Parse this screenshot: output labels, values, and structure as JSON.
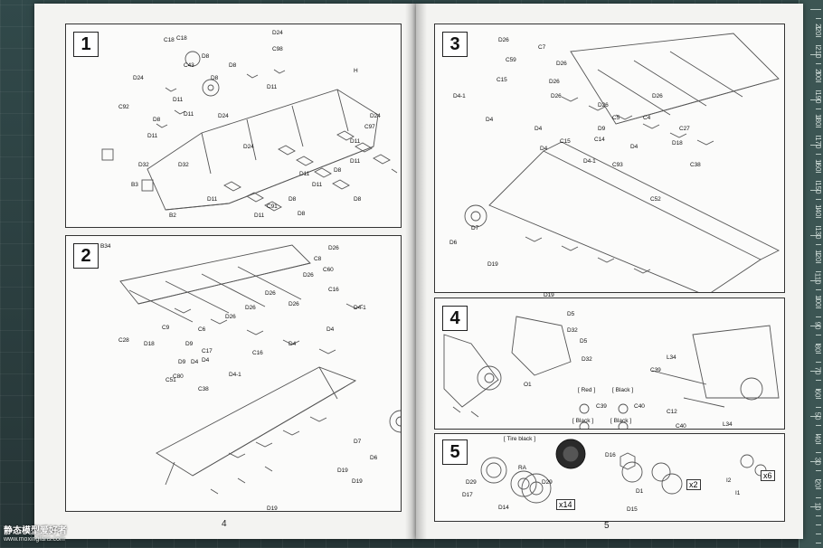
{
  "pages": {
    "left_number": "4",
    "right_number": "5"
  },
  "steps": [
    {
      "number": "1"
    },
    {
      "number": "2"
    },
    {
      "number": "3"
    },
    {
      "number": "4"
    },
    {
      "number": "5"
    }
  ],
  "step1_labels": [
    "C18",
    "C18",
    "D24",
    "C43",
    "D8",
    "C98",
    "H",
    "D24",
    "D8",
    "D11",
    "D11",
    "D11",
    "D8",
    "C92",
    "D24",
    "D11",
    "C97",
    "D8",
    "D24",
    "D11",
    "D11",
    "D32",
    "D32",
    "D11",
    "D8",
    "B3",
    "D11",
    "D8",
    "D11",
    "D8",
    "C91",
    "D8",
    "B2",
    "D11",
    "D24"
  ],
  "step2_labels": [
    "B34",
    "D26",
    "C8",
    "C60",
    "D26",
    "C16",
    "D26",
    "D26",
    "D26",
    "D26",
    "D4-1",
    "D4",
    "D4",
    "D4",
    "C9",
    "C6",
    "C28",
    "D18",
    "D9",
    "D9",
    "C16",
    "C17",
    "C80",
    "D4-1",
    "D4",
    "C51",
    "C38",
    "D7",
    "D6",
    "D19",
    "D19",
    "D19"
  ],
  "step3_labels": [
    "D26",
    "C7",
    "C59",
    "D26",
    "C15",
    "D26",
    "D26",
    "D4-1",
    "D26",
    "D4",
    "C5",
    "C4",
    "D26",
    "C27",
    "D4",
    "D4",
    "D9",
    "C14",
    "C15",
    "D18",
    "D4-1",
    "C93",
    "D4",
    "C38",
    "C52",
    "D6",
    "D7",
    "D19",
    "D19"
  ],
  "step4_labels": [
    "D5",
    "D32",
    "D5",
    "D32",
    "O1",
    "L34",
    "C39",
    "C12",
    "C40",
    "L34"
  ],
  "step4_colors": {
    "red_label": "[ Red ]",
    "black_label_1": "[ Black ]",
    "black_label_2": "[ Black ]",
    "black_label_3": "[ Black ]",
    "c39": "C39",
    "c40": "C40"
  },
  "step5": {
    "tire_note": "[ Tire black ]",
    "labels": [
      "D29",
      "RA",
      "D17",
      "D29",
      "D14",
      "D16",
      "D1",
      "D15",
      "I2",
      "I1"
    ],
    "qty1": "x14",
    "qty2": "x2",
    "qty3": "x6"
  },
  "watermark": {
    "cn": "静态模型爱好者",
    "url": "www.moxingfans.com"
  },
  "ruler_numbers": [
    "10",
    "20",
    "30",
    "40",
    "50",
    "60",
    "70",
    "80",
    "90",
    "100",
    "110",
    "120",
    "130",
    "140",
    "150",
    "160",
    "170",
    "180",
    "190",
    "200",
    "210",
    "220"
  ]
}
